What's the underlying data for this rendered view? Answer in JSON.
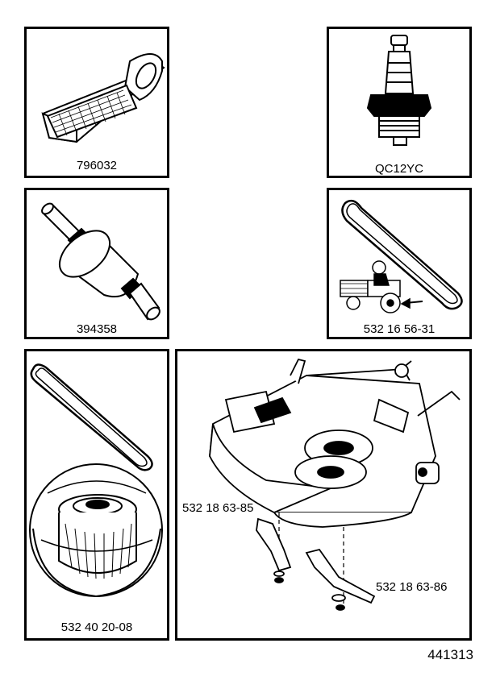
{
  "parts": {
    "air_filter": {
      "part_number": "796032"
    },
    "spark_plug": {
      "part_number": "QC12YC"
    },
    "fuel_filter": {
      "part_number": "394358"
    },
    "drive_belt": {
      "part_number": "532 16 56-31"
    },
    "deck_belt_pulley": {
      "part_number": "532 40 20-08"
    },
    "mower_deck": {
      "blade_left": "532 18 63-85",
      "blade_right": "532 18 63-86"
    }
  },
  "figure_number": "441313"
}
